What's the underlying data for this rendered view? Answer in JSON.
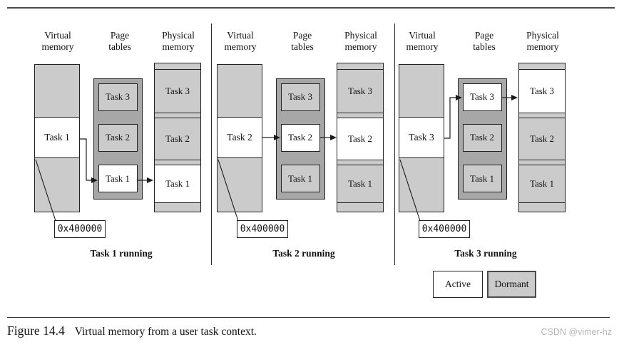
{
  "figure": {
    "label": "Figure 14.4",
    "caption": "Virtual memory from a user task context."
  },
  "watermark": "CSDN @vimer-hz",
  "headers": {
    "virtual": [
      "Virtual",
      "memory"
    ],
    "page": [
      "Page",
      "tables"
    ],
    "physical": [
      "Physical",
      "memory"
    ]
  },
  "legend": {
    "active_label": "Active",
    "dormant_label": "Dormant"
  },
  "panels": [
    {
      "running_label": "Task 1 running",
      "active_task": "Task 1",
      "virtual_task": "Task 1",
      "base_address": "0x400000",
      "page_tables": [
        "Task 3",
        "Task 2",
        "Task 1"
      ],
      "physical_blocks": [
        "Task 3",
        "Task 2",
        "Task 1"
      ]
    },
    {
      "running_label": "Task 2 running",
      "active_task": "Task 2",
      "virtual_task": "Task 2",
      "base_address": "0x400000",
      "page_tables": [
        "Task 3",
        "Task 2",
        "Task 1"
      ],
      "physical_blocks": [
        "Task 3",
        "Task 2",
        "Task 1"
      ]
    },
    {
      "running_label": "Task 3 running",
      "active_task": "Task 3",
      "virtual_task": "Task 3",
      "base_address": "0x400000",
      "page_tables": [
        "Task 3",
        "Task 2",
        "Task 1"
      ],
      "physical_blocks": [
        "Task 3",
        "Task 2",
        "Task 1"
      ]
    }
  ],
  "colors": {
    "block_gray": "#cbcbcb",
    "page_table_container_gray": "#a7a7a7",
    "active_white": "#ffffff",
    "border": "#222222",
    "watermark_gray": "#b5b5b5"
  }
}
